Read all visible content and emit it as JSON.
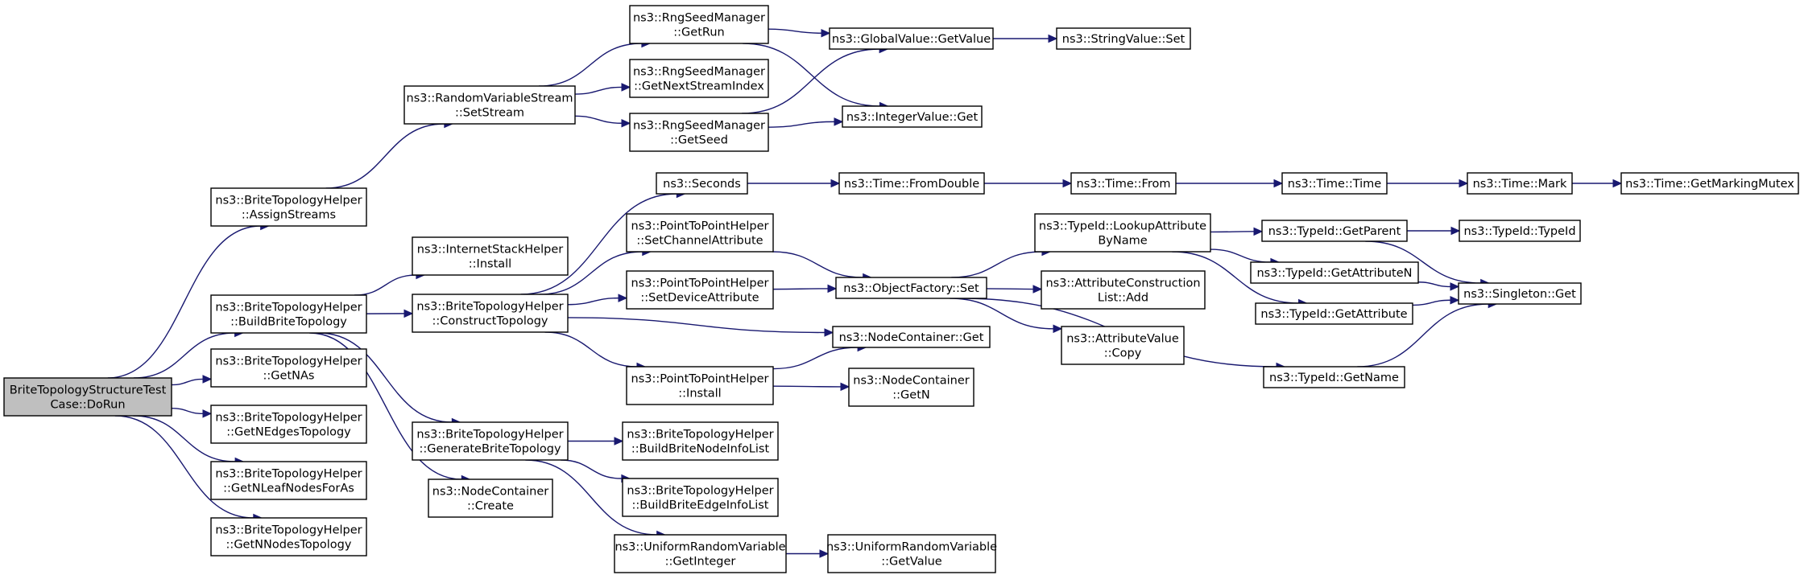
{
  "graph": {
    "type": "call-graph",
    "edge_color": "#191970",
    "root_fill": "#bfbfbf",
    "nodes": [
      {
        "id": "root",
        "lines": [
          "BriteTopologyStructureTest",
          "Case::DoRun"
        ],
        "root": true
      },
      {
        "id": "assignStreams",
        "lines": [
          "ns3::BriteTopologyHelper",
          "::AssignStreams"
        ]
      },
      {
        "id": "buildBrite",
        "lines": [
          "ns3::BriteTopologyHelper",
          "::BuildBriteTopology"
        ]
      },
      {
        "id": "getNAs",
        "lines": [
          "ns3::BriteTopologyHelper",
          "::GetNAs"
        ]
      },
      {
        "id": "getNEdges",
        "lines": [
          "ns3::BriteTopologyHelper",
          "::GetNEdgesTopology"
        ]
      },
      {
        "id": "getNLeaf",
        "lines": [
          "ns3::BriteTopologyHelper",
          "::GetNLeafNodesForAs"
        ]
      },
      {
        "id": "getNNodes",
        "lines": [
          "ns3::BriteTopologyHelper",
          "::GetNNodesTopology"
        ]
      },
      {
        "id": "setStream",
        "lines": [
          "ns3::RandomVariableStream",
          "::SetStream"
        ]
      },
      {
        "id": "inetInstall",
        "lines": [
          "ns3::InternetStackHelper",
          "::Install"
        ]
      },
      {
        "id": "construct",
        "lines": [
          "ns3::BriteTopologyHelper",
          "::ConstructTopology"
        ]
      },
      {
        "id": "generate",
        "lines": [
          "ns3::BriteTopologyHelper",
          "::GenerateBriteTopology"
        ]
      },
      {
        "id": "ncCreate",
        "lines": [
          "ns3::NodeContainer",
          "::Create"
        ]
      },
      {
        "id": "getRun",
        "lines": [
          "ns3::RngSeedManager",
          "::GetRun"
        ]
      },
      {
        "id": "getNextStream",
        "lines": [
          "ns3::RngSeedManager",
          "::GetNextStreamIndex"
        ]
      },
      {
        "id": "getSeed",
        "lines": [
          "ns3::RngSeedManager",
          "::GetSeed"
        ]
      },
      {
        "id": "seconds",
        "lines": [
          "ns3::Seconds"
        ]
      },
      {
        "id": "setChannelAttr",
        "lines": [
          "ns3::PointToPointHelper",
          "::SetChannelAttribute"
        ]
      },
      {
        "id": "setDeviceAttr",
        "lines": [
          "ns3::PointToPointHelper",
          "::SetDeviceAttribute"
        ]
      },
      {
        "id": "p2pInstall",
        "lines": [
          "ns3::PointToPointHelper",
          "::Install"
        ]
      },
      {
        "id": "buildNodeInfo",
        "lines": [
          "ns3::BriteTopologyHelper",
          "::BuildBriteNodeInfoList"
        ]
      },
      {
        "id": "buildEdgeInfo",
        "lines": [
          "ns3::BriteTopologyHelper",
          "::BuildBriteEdgeInfoList"
        ]
      },
      {
        "id": "getInteger",
        "lines": [
          "ns3::UniformRandomVariable",
          "::GetInteger"
        ]
      },
      {
        "id": "gvGetValue",
        "lines": [
          "ns3::GlobalValue::GetValue"
        ]
      },
      {
        "id": "intGet",
        "lines": [
          "ns3::IntegerValue::Get"
        ]
      },
      {
        "id": "fromDouble",
        "lines": [
          "ns3::Time::FromDouble"
        ]
      },
      {
        "id": "ofSet",
        "lines": [
          "ns3::ObjectFactory::Set"
        ]
      },
      {
        "id": "ncGet",
        "lines": [
          "ns3::NodeContainer::Get"
        ]
      },
      {
        "id": "ncGetN",
        "lines": [
          "ns3::NodeContainer",
          "::GetN"
        ]
      },
      {
        "id": "urvGetValue",
        "lines": [
          "ns3::UniformRandomVariable",
          "::GetValue"
        ]
      },
      {
        "id": "svSet",
        "lines": [
          "ns3::StringValue::Set"
        ]
      },
      {
        "id": "timeFrom",
        "lines": [
          "ns3::Time::From"
        ]
      },
      {
        "id": "lookupAttr",
        "lines": [
          "ns3::TypeId::LookupAttribute",
          "ByName"
        ]
      },
      {
        "id": "acAdd",
        "lines": [
          "ns3::AttributeConstruction",
          "List::Add"
        ]
      },
      {
        "id": "avCopy",
        "lines": [
          "ns3::AttributeValue",
          "::Copy"
        ]
      },
      {
        "id": "timeTime",
        "lines": [
          "ns3::Time::Time"
        ]
      },
      {
        "id": "getParent",
        "lines": [
          "ns3::TypeId::GetParent"
        ]
      },
      {
        "id": "getAttrN",
        "lines": [
          "ns3::TypeId::GetAttributeN"
        ]
      },
      {
        "id": "getAttr",
        "lines": [
          "ns3::TypeId::GetAttribute"
        ]
      },
      {
        "id": "getName",
        "lines": [
          "ns3::TypeId::GetName"
        ]
      },
      {
        "id": "timeMark",
        "lines": [
          "ns3::Time::Mark"
        ]
      },
      {
        "id": "typeIdCtor",
        "lines": [
          "ns3::TypeId::TypeId"
        ]
      },
      {
        "id": "singleton",
        "lines": [
          "ns3::Singleton::Get"
        ]
      },
      {
        "id": "markingMutex",
        "lines": [
          "ns3::Time::GetMarkingMutex"
        ]
      }
    ],
    "edges": [
      [
        "root",
        "assignStreams"
      ],
      [
        "root",
        "buildBrite"
      ],
      [
        "root",
        "getNAs"
      ],
      [
        "root",
        "getNEdges"
      ],
      [
        "root",
        "getNLeaf"
      ],
      [
        "root",
        "getNNodes"
      ],
      [
        "assignStreams",
        "setStream"
      ],
      [
        "setStream",
        "getRun"
      ],
      [
        "setStream",
        "getNextStream"
      ],
      [
        "setStream",
        "getSeed"
      ],
      [
        "getRun",
        "gvGetValue"
      ],
      [
        "getRun",
        "intGet"
      ],
      [
        "getSeed",
        "gvGetValue"
      ],
      [
        "getSeed",
        "intGet"
      ],
      [
        "gvGetValue",
        "svSet"
      ],
      [
        "buildBrite",
        "inetInstall"
      ],
      [
        "buildBrite",
        "construct"
      ],
      [
        "buildBrite",
        "generate"
      ],
      [
        "buildBrite",
        "ncCreate"
      ],
      [
        "construct",
        "seconds"
      ],
      [
        "construct",
        "setChannelAttr"
      ],
      [
        "construct",
        "setDeviceAttr"
      ],
      [
        "construct",
        "ncGet"
      ],
      [
        "construct",
        "p2pInstall"
      ],
      [
        "seconds",
        "fromDouble"
      ],
      [
        "fromDouble",
        "timeFrom"
      ],
      [
        "timeFrom",
        "timeTime"
      ],
      [
        "timeTime",
        "timeMark"
      ],
      [
        "timeMark",
        "markingMutex"
      ],
      [
        "setChannelAttr",
        "ofSet"
      ],
      [
        "setDeviceAttr",
        "ofSet"
      ],
      [
        "ofSet",
        "lookupAttr"
      ],
      [
        "ofSet",
        "acAdd"
      ],
      [
        "ofSet",
        "avCopy"
      ],
      [
        "ofSet",
        "getName"
      ],
      [
        "lookupAttr",
        "getParent"
      ],
      [
        "lookupAttr",
        "getAttrN"
      ],
      [
        "lookupAttr",
        "getAttr"
      ],
      [
        "getParent",
        "typeIdCtor"
      ],
      [
        "getParent",
        "singleton"
      ],
      [
        "getAttrN",
        "singleton"
      ],
      [
        "getAttr",
        "singleton"
      ],
      [
        "getName",
        "singleton"
      ],
      [
        "p2pInstall",
        "ncGet"
      ],
      [
        "p2pInstall",
        "ncGetN"
      ],
      [
        "generate",
        "buildNodeInfo"
      ],
      [
        "generate",
        "buildEdgeInfo"
      ],
      [
        "generate",
        "getInteger"
      ],
      [
        "getInteger",
        "urvGetValue"
      ]
    ]
  }
}
